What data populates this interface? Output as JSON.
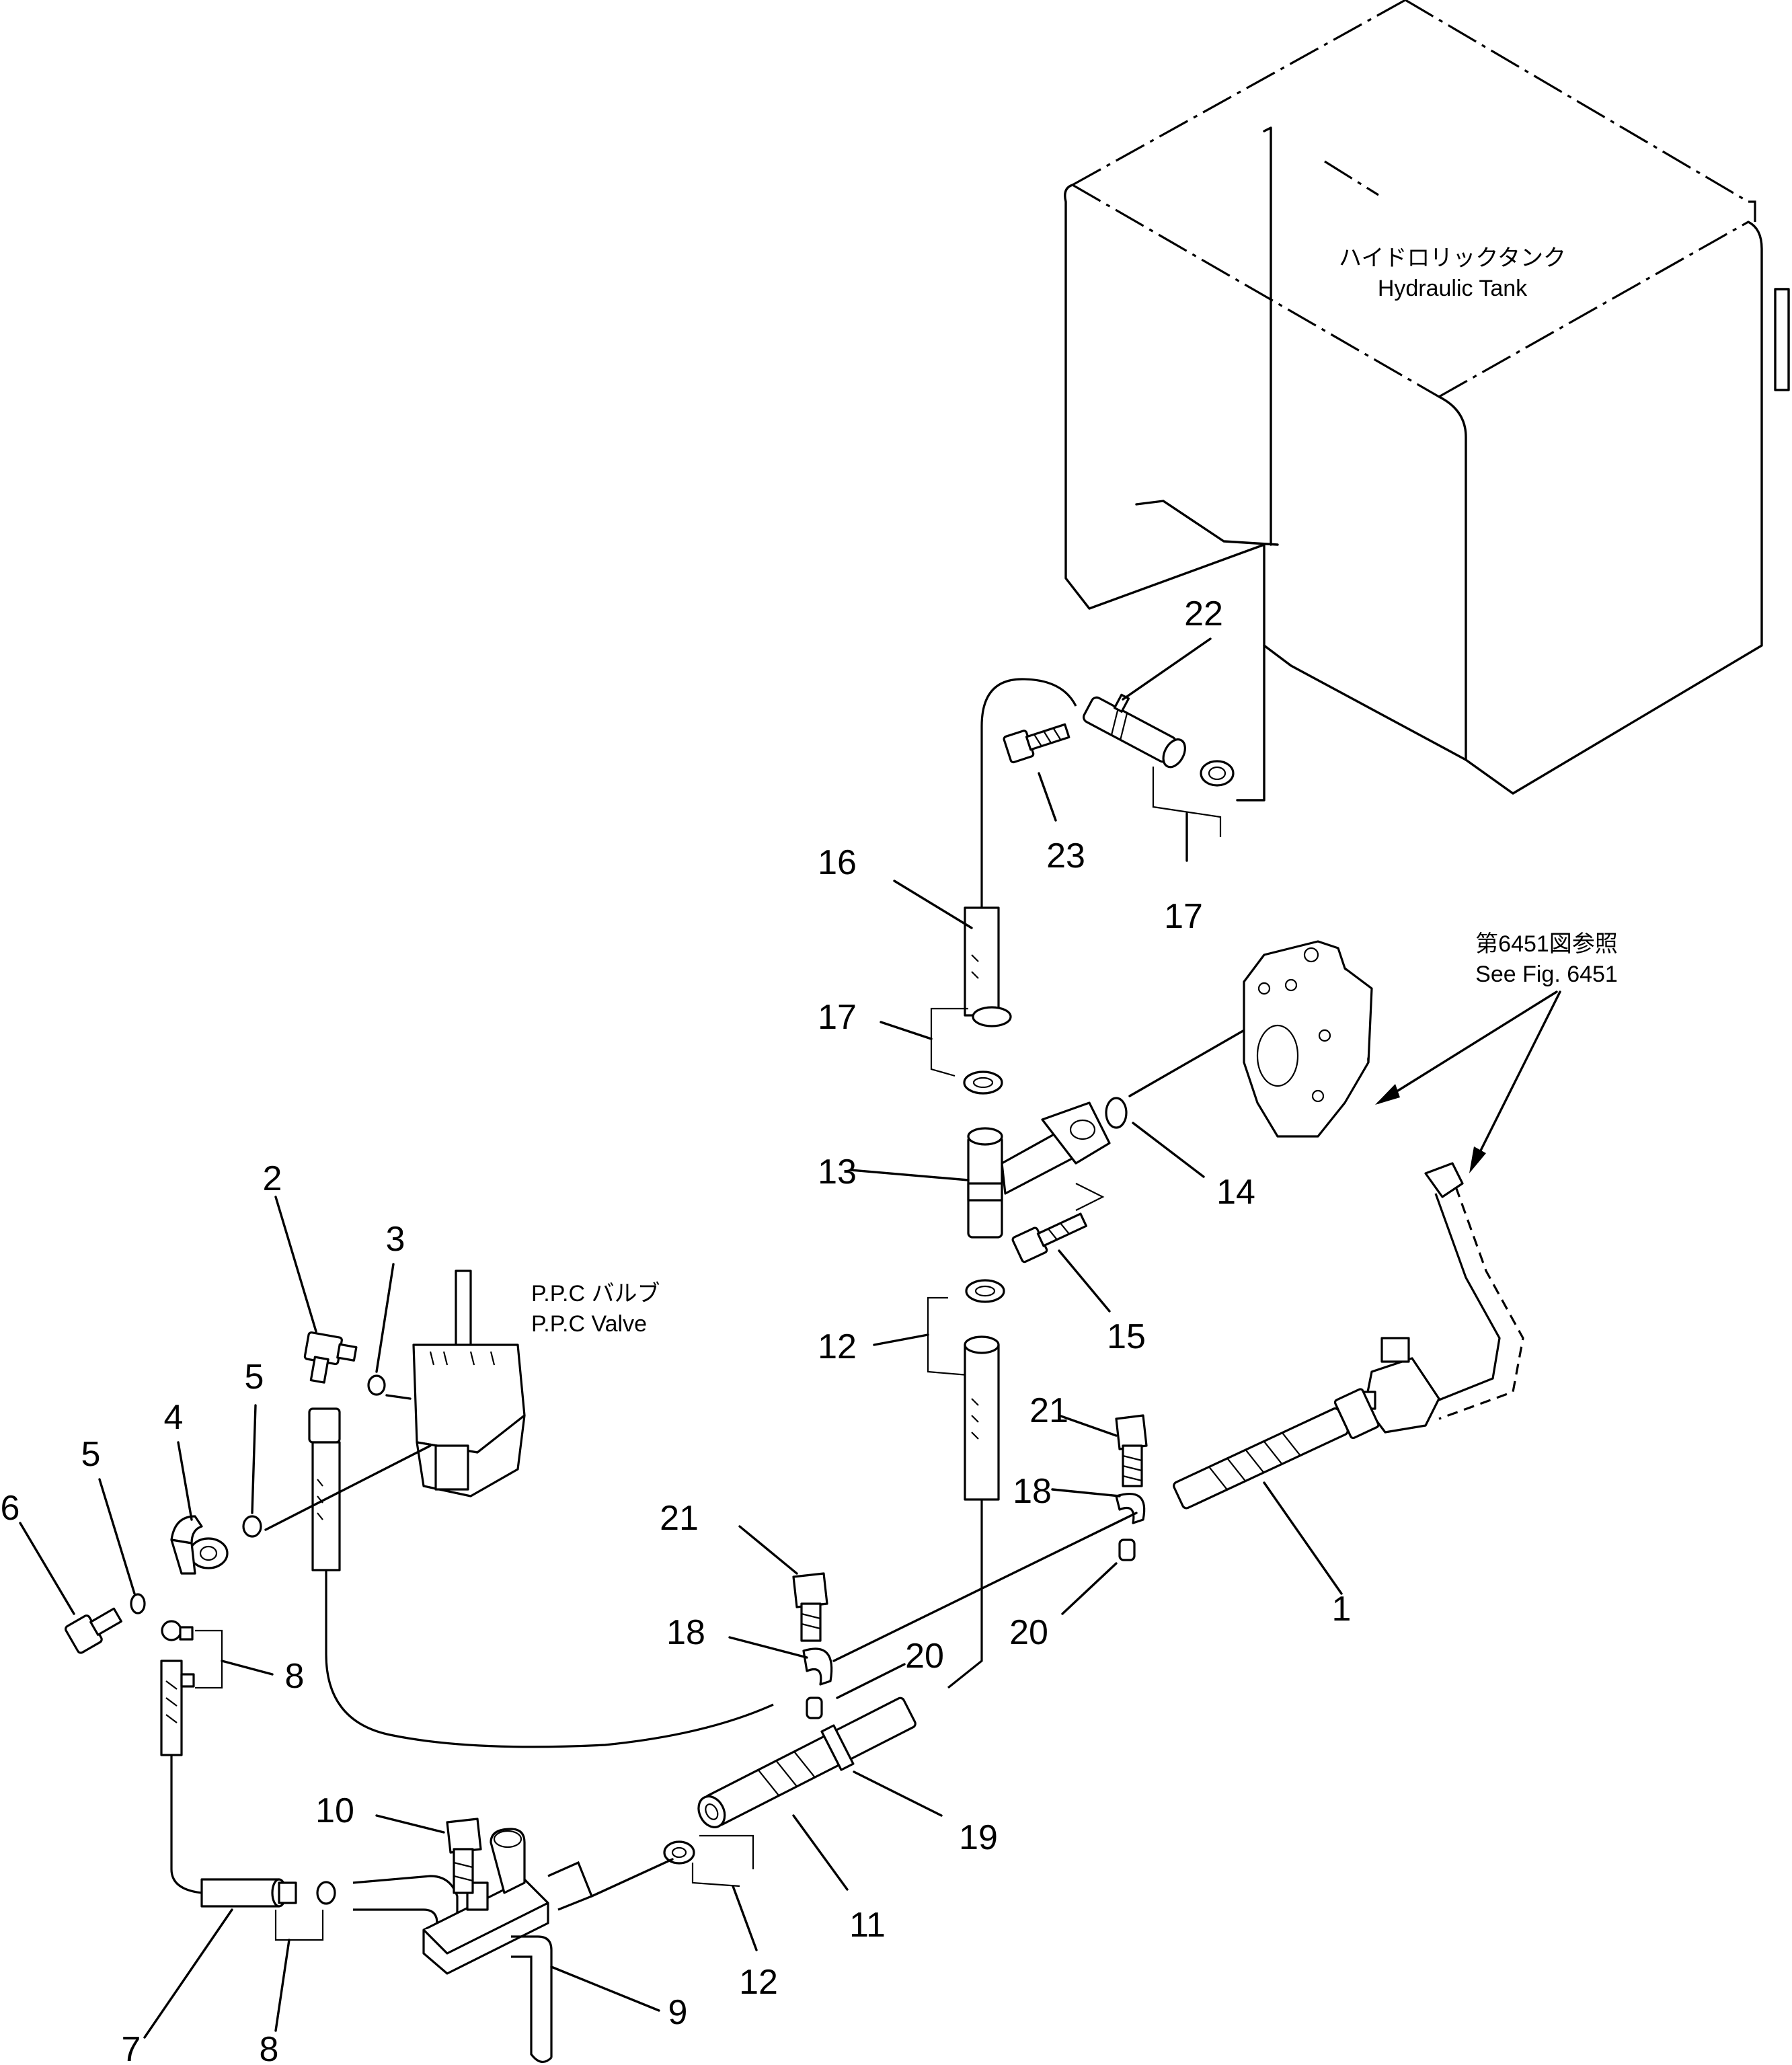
{
  "labels": {
    "tank_jp": "ハイドロリックタンク",
    "tank_en": "Hydraulic Tank",
    "ppc_jp": "P.P.C バルブ",
    "ppc_en": "P.P.C Valve",
    "ref_jp": "第6451図参照",
    "ref_en": "See Fig. 6451"
  },
  "callouts": {
    "c1": "1",
    "c2": "2",
    "c3": "3",
    "c4": "4",
    "c5a": "5",
    "c5b": "5",
    "c6": "6",
    "c7": "7",
    "c8a": "8",
    "c8b": "8",
    "c9": "9",
    "c10": "10",
    "c11": "11",
    "c12a": "12",
    "c12b": "12",
    "c13": "13",
    "c14": "14",
    "c15": "15",
    "c16": "16",
    "c17a": "17",
    "c17b": "17",
    "c18a": "18",
    "c18b": "18",
    "c19": "19",
    "c20a": "20",
    "c20b": "20",
    "c21a": "21",
    "c21b": "21",
    "c22": "22",
    "c23": "23"
  },
  "icons": {
    "tank": "hydraulic-tank-outline",
    "valve": "ppc-valve",
    "pump": "pump-flange-body"
  }
}
